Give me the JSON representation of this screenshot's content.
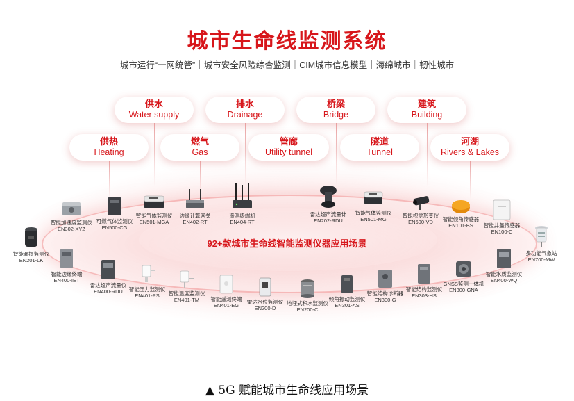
{
  "title": "城市生命线监测系统",
  "subtitle": "城市运行“一网统管”｜城市安全风险综合监测｜CIM城市信息模型｜海绵城市｜韧性城市",
  "center_label": "92+款城市生命线智能监测仪器应用场景",
  "caption": "▲ 5G 赋能城市生命线应用场景",
  "scenarios": [
    {
      "cn": "供水",
      "en": "Water supply"
    },
    {
      "cn": "排水",
      "en": "Drainage"
    },
    {
      "cn": "桥梁",
      "en": "Bridge"
    },
    {
      "cn": "建筑",
      "en": "Building"
    },
    {
      "cn": "供热",
      "en": "Heating"
    },
    {
      "cn": "燃气",
      "en": "Gas"
    },
    {
      "cn": "管廊",
      "en": "Utility tunnel"
    },
    {
      "cn": "隧道",
      "en": "Tunnel"
    },
    {
      "cn": "河湖",
      "en": "Rivers & Lakes"
    }
  ],
  "devices": [
    {
      "name": "智能加速度监测仪",
      "model": "EN302-XYZ",
      "icon": "gray-box-icon"
    },
    {
      "name": "可燃气体监测仪",
      "model": "EN500-CG",
      "icon": "dark-box-icon"
    },
    {
      "name": "智能气体监测仪",
      "model": "EN501-MGA",
      "icon": "flat-box-icon"
    },
    {
      "name": "边缘计算网关",
      "model": "EN402-RT",
      "icon": "gateway-icon"
    },
    {
      "name": "遥测终端机",
      "model": "EN404-RT",
      "icon": "router-icon"
    },
    {
      "name": "雷达超声流量计",
      "model": "EN202-RDU",
      "icon": "radar-icon"
    },
    {
      "name": "智能气体监测仪",
      "model": "EN501-MG",
      "icon": "flat-box-icon"
    },
    {
      "name": "智能视觉形变仪",
      "model": "EN600-VD",
      "icon": "camera-icon"
    },
    {
      "name": "智能倾角传感器",
      "model": "EN101-BS",
      "icon": "orange-disc-icon"
    },
    {
      "name": "智能井盖传感器",
      "model": "EN100-C",
      "icon": "white-panel-icon"
    },
    {
      "name": "智能漏损监测仪",
      "model": "EN201-LK",
      "icon": "cylinder-icon"
    },
    {
      "name": "多功能气象站",
      "model": "EN700-MW",
      "icon": "weather-station-icon"
    },
    {
      "name": "智能边缘终端",
      "model": "EN400-IET",
      "icon": "tall-box-icon"
    },
    {
      "name": "雷达超声流量仪",
      "model": "EN400-RDU",
      "icon": "meter-box-icon"
    },
    {
      "name": "智能压力监测仪",
      "model": "EN401-PS",
      "icon": "pressure-icon"
    },
    {
      "name": "智能温度监测仪",
      "model": "EN401-TM",
      "icon": "temperature-icon"
    },
    {
      "name": "智能遥测终端",
      "model": "EN401-EG",
      "icon": "white-box-icon"
    },
    {
      "name": "雷达水位监测仪",
      "model": "EN200-D",
      "icon": "level-box-icon"
    },
    {
      "name": "地埋式积水监测仪",
      "model": "EN200-C",
      "icon": "buried-icon"
    },
    {
      "name": "倾角振动监测仪",
      "model": "EN301-AS",
      "icon": "vibration-icon"
    },
    {
      "name": "智能结构诊断器",
      "model": "EN300-G",
      "icon": "gray-box-icon"
    },
    {
      "name": "智能结构监测仪",
      "model": "EN303-HS",
      "icon": "tall-box-icon"
    },
    {
      "name": "GNSS监测一体机",
      "model": "EN300-GNA",
      "icon": "gnss-icon"
    },
    {
      "name": "智能水质监测仪",
      "model": "EN400-WQ",
      "icon": "meter-box-icon"
    }
  ]
}
